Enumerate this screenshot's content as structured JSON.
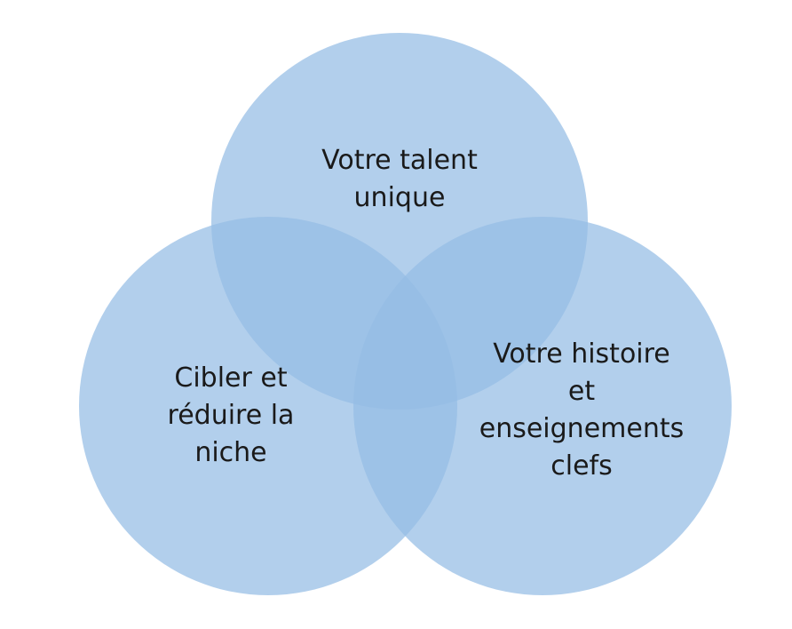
{
  "diagram": {
    "type": "venn",
    "fill_color": "#94bde5",
    "circles": [
      {
        "id": "top",
        "label": "Votre talent\nunique"
      },
      {
        "id": "left",
        "label": "Cibler et\nréduire la\nniche"
      },
      {
        "id": "right",
        "label": "Votre histoire\net\nenseignements\nclefs"
      }
    ]
  }
}
